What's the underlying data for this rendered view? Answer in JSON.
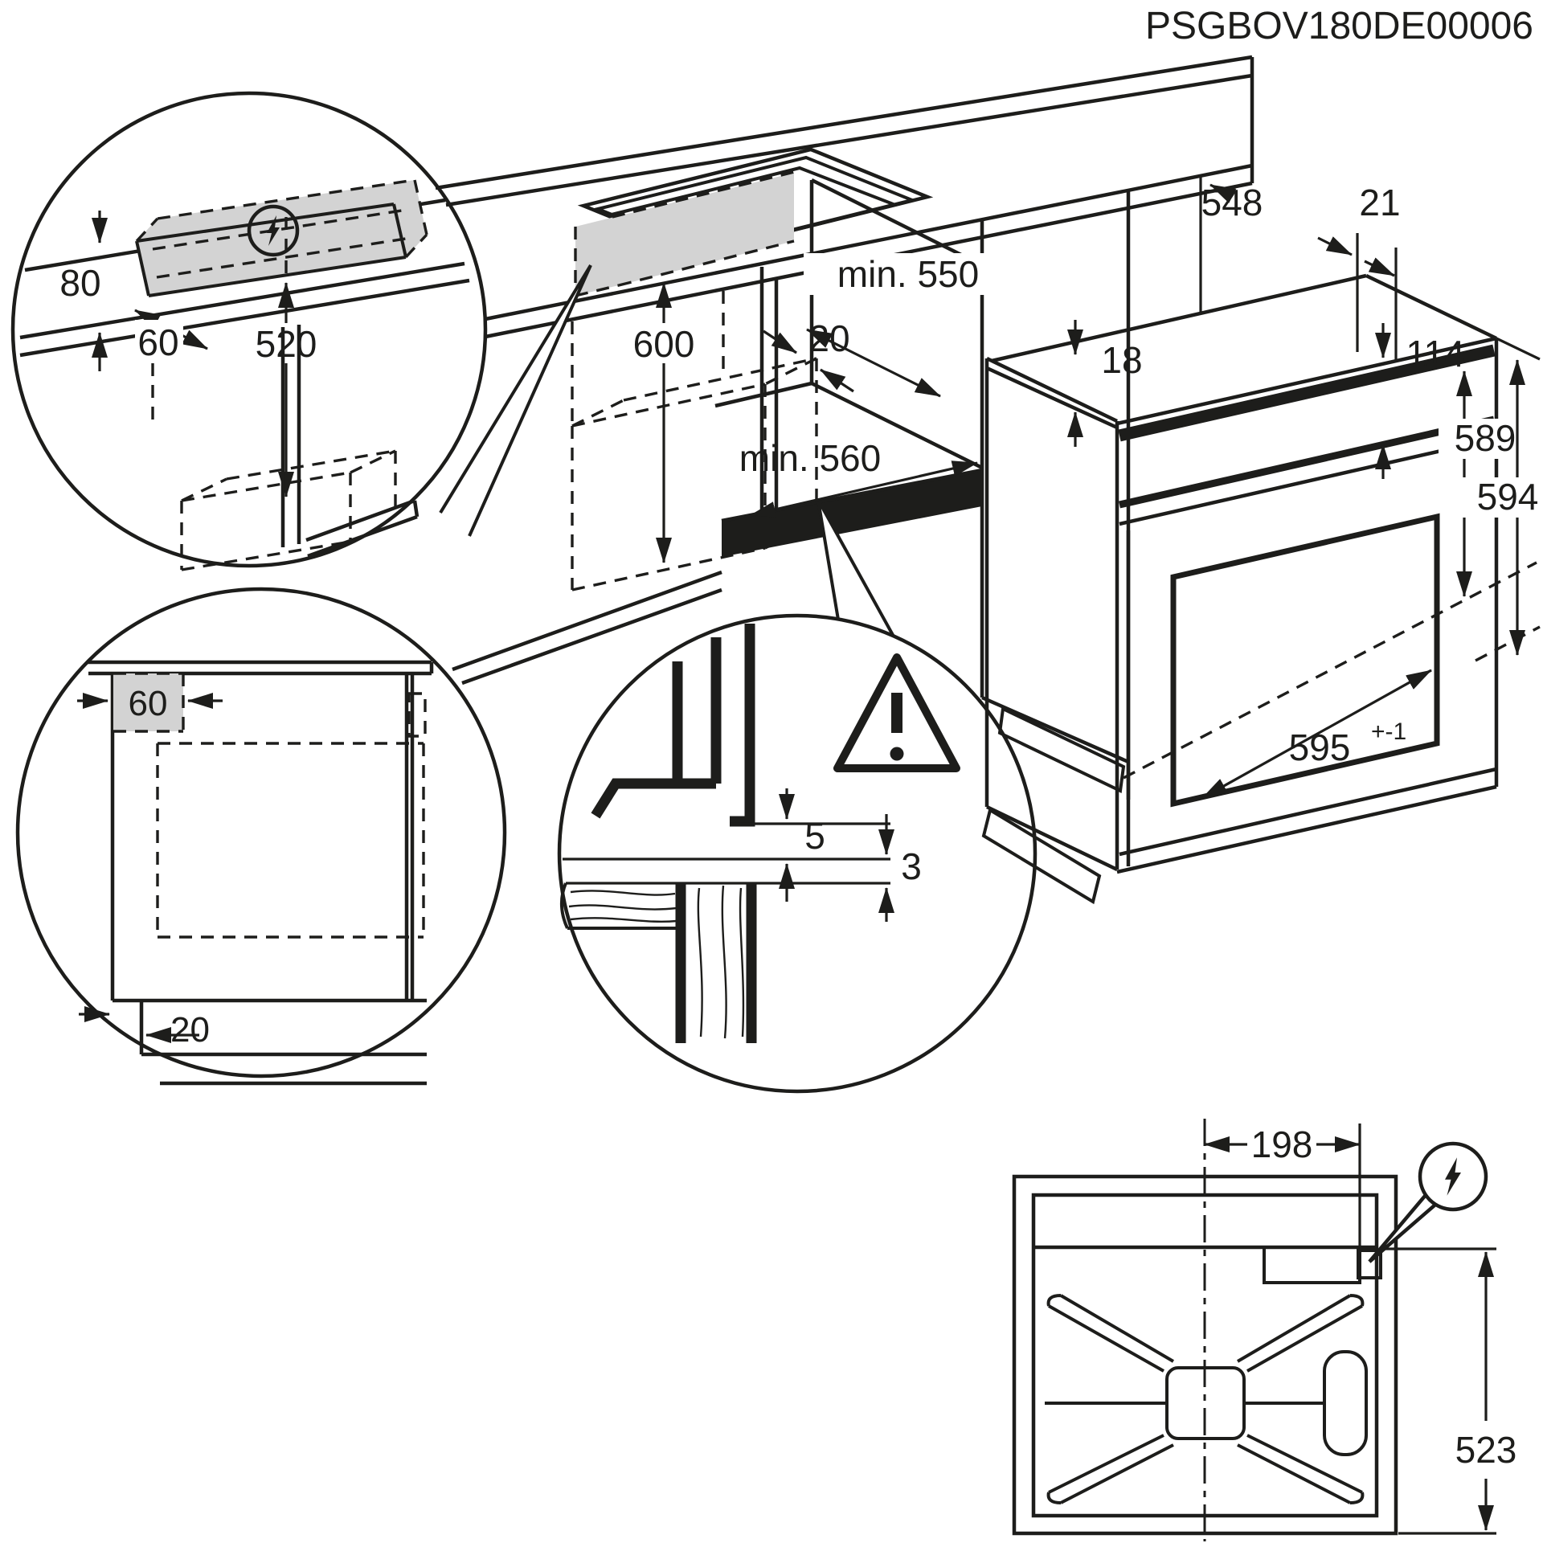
{
  "header": {
    "drawing_code": "PSGBOV180DE00006"
  },
  "colors": {
    "line": "#1d1d1b",
    "gray_fill": "#d3d3d3",
    "black_fill": "#1d1d1b",
    "background": "#ffffff"
  },
  "main_view": {
    "niche_height": "600",
    "niche_depth_min": "min. 550",
    "rear_gap": "20",
    "niche_width_min": "min. 560"
  },
  "electrical_detail": {
    "gap_height": "80",
    "side_offset": "60",
    "drop_height": "520"
  },
  "side_detail": {
    "zone_width": "60",
    "plinth_recess": "20"
  },
  "gap_detail": {
    "upper_gap": "5",
    "lower_gap": "3"
  },
  "oven": {
    "body_depth": "548",
    "front_overhang": "21",
    "top_clearance": "18",
    "panel_height": "114",
    "body_height": "589",
    "overall_height": "594",
    "width": "595",
    "width_tolerance": "+-1"
  },
  "rear_view": {
    "connection_offset": "198",
    "connection_drop": "523"
  },
  "icons": {
    "electrical": "lightning-bolt",
    "warning": "exclamation-triangle"
  }
}
